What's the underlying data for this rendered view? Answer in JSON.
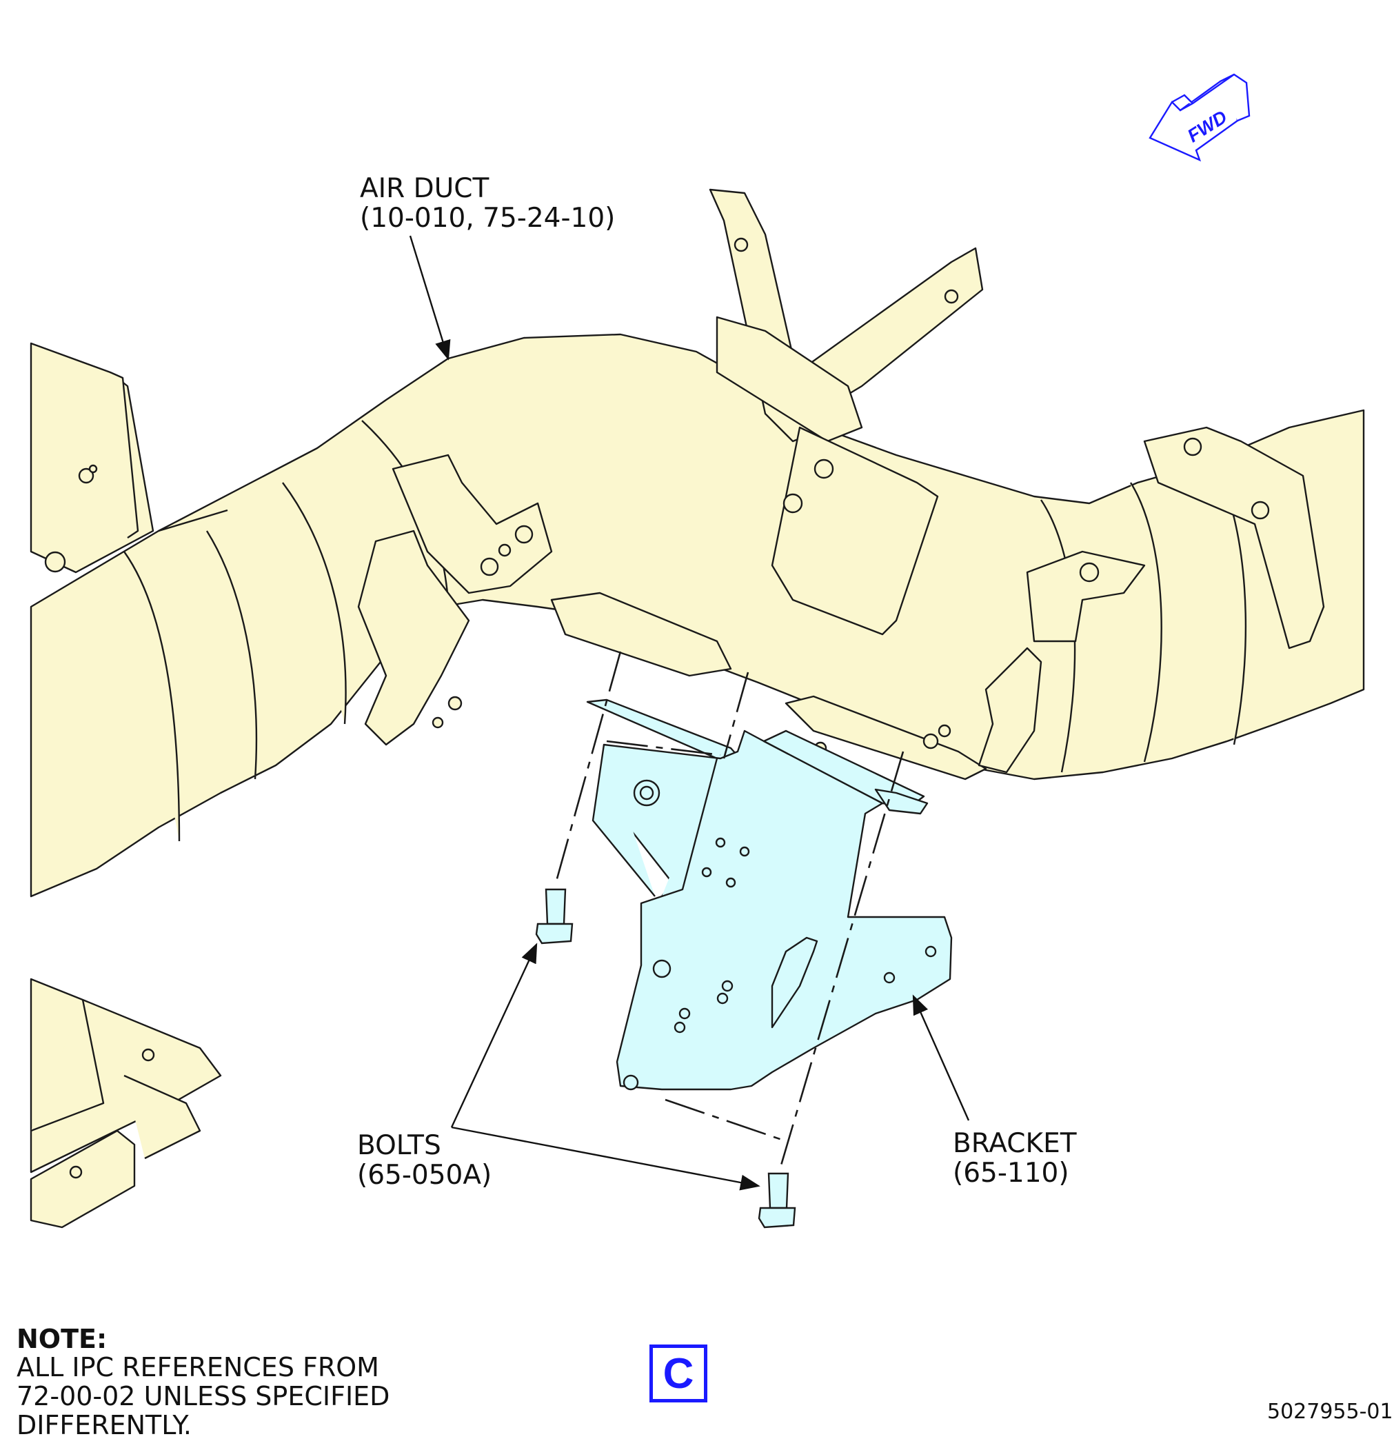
{
  "labels": {
    "air_duct": {
      "name": "AIR DUCT",
      "ref": "(10-010, 75-24-10)"
    },
    "bolts": {
      "name": "BOLTS",
      "ref": "(65-050A)"
    },
    "bracket": {
      "name": "BRACKET",
      "ref": "(65-110)"
    }
  },
  "fwd_arrow": {
    "text": "FWD",
    "color": "#1a1aff"
  },
  "note": {
    "heading": "NOTE:",
    "lines": [
      "ALL IPC REFERENCES FROM",
      "72-00-02 UNLESS SPECIFIED",
      "DIFFERENTLY."
    ]
  },
  "view_letter": "C",
  "figure_number": "5027955-01",
  "colors": {
    "duct_fill": "#fbf7cf",
    "bracket_fill": "#d6fbfd",
    "outline": "#1a1a1a",
    "accent": "#1a1aff"
  },
  "icons": [
    "fwd-arrow-icon",
    "bolt-icon",
    "leader-arrow-icon"
  ]
}
